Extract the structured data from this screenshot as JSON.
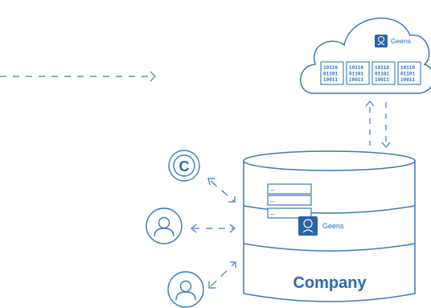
{
  "colors": {
    "accent": "#2b6cb0",
    "line": "#3b79bd",
    "brand_tile": "#2a63a8",
    "background": "#ffffff"
  },
  "cloud": {
    "brand_label": "Geens",
    "brand_icon": "geens-logo-icon",
    "data_blocks": [
      [
        "10110",
        "01101",
        "10011"
      ],
      [
        "10110",
        "01101",
        "10011"
      ],
      [
        "10110",
        "01101",
        "10011"
      ],
      [
        "10110",
        "01101",
        "10011"
      ]
    ]
  },
  "database": {
    "label": "Company",
    "brand_label": "Geens",
    "brand_icon": "geens-logo-icon",
    "entries": [
      "–",
      "–",
      "–"
    ]
  },
  "actors": [
    {
      "icon": "copyright-icon",
      "glyph": "C"
    },
    {
      "icon": "person-icon"
    },
    {
      "icon": "person-icon"
    }
  ]
}
